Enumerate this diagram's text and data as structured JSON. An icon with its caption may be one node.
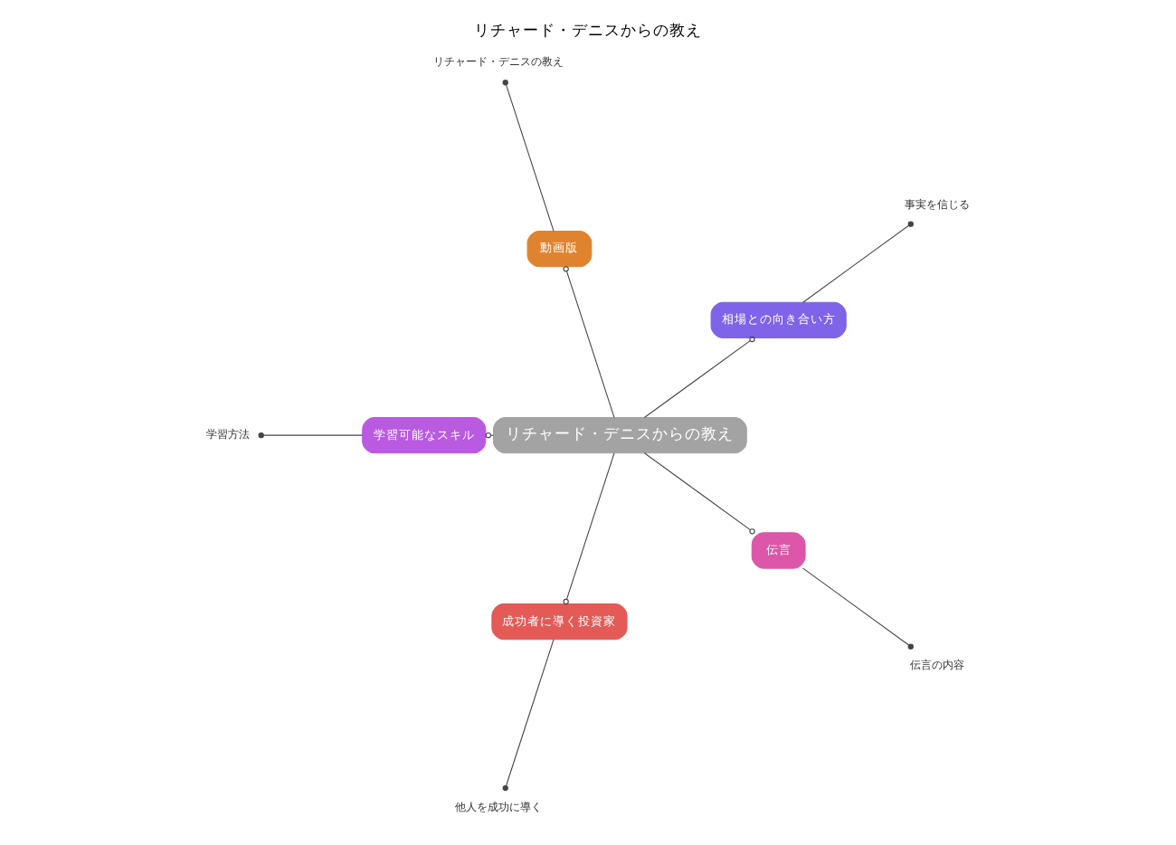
{
  "diagram": {
    "title": "リチャード・デニスからの教え",
    "nodes": [
      {
        "text": [
          "リチャード・デニスからの教え"
        ]
      },
      {
        "text": [
          "相場との向き合い方"
        ]
      },
      {
        "text": [
          "事実を信じる"
        ]
      },
      {
        "text": [
          "動画版"
        ]
      },
      {
        "text": [
          "リチャード・デニスの教え"
        ]
      },
      {
        "text": [
          "学習可能なスキル"
        ]
      },
      {
        "text": [
          "学習方法"
        ]
      },
      {
        "text": [
          "成功者に導く投資家"
        ]
      },
      {
        "text": [
          "他人を成功に導く"
        ]
      },
      {
        "text": [
          "伝言"
        ]
      },
      {
        "text": [
          "伝言の内容"
        ]
      }
    ],
    "edges": [
      {
        "from": 0,
        "to": 1,
        "arrow": "other"
      },
      {
        "from": 1,
        "to": 2,
        "arrow": "other"
      },
      {
        "from": 0,
        "to": 3,
        "arrow": "other"
      },
      {
        "from": 3,
        "to": 4,
        "arrow": "other"
      },
      {
        "from": 0,
        "to": 5,
        "arrow": "other"
      },
      {
        "from": 5,
        "to": 6,
        "arrow": "other"
      },
      {
        "from": 0,
        "to": 7,
        "arrow": "other"
      },
      {
        "from": 7,
        "to": 8,
        "arrow": "other"
      },
      {
        "from": 0,
        "to": 9,
        "arrow": "other"
      },
      {
        "from": 9,
        "to": 10,
        "arrow": "other"
      }
    ]
  }
}
